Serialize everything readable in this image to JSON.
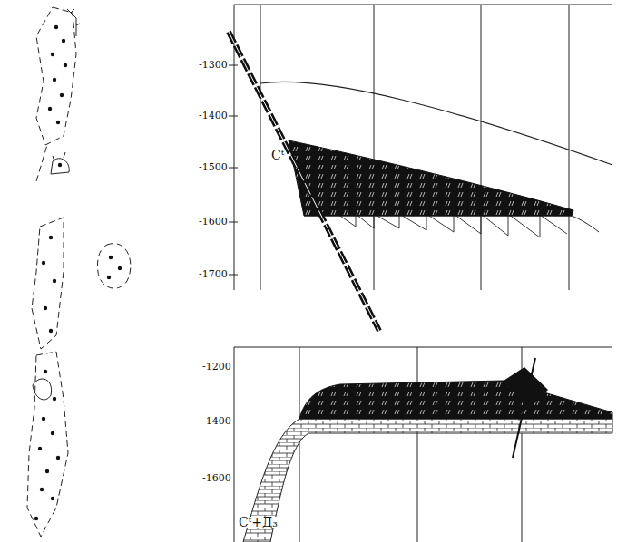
{
  "diagram": {
    "labels": [
      "-1300",
      "-1400",
      "-1500",
      "-1600",
      "-1700",
      "Cᵗ",
      "-1200",
      "-1400",
      "-1600",
      "Cᵗ+Д₃"
    ]
  }
}
